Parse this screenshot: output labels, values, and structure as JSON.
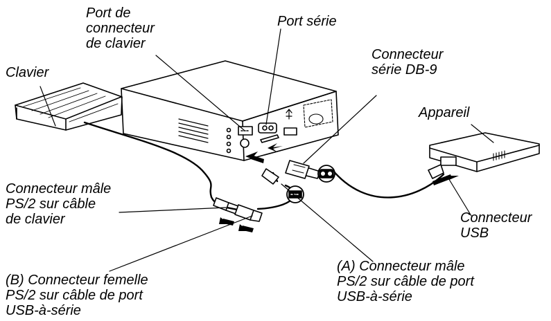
{
  "labels": {
    "keyboard_port": [
      "Port de",
      "connecteur",
      "de clavier"
    ],
    "serial_port": "Port série",
    "db9_connector": [
      "Connecteur",
      "série DB-9"
    ],
    "keyboard": "Clavier",
    "device": "Appareil",
    "ps2_male_keyboard_cable": [
      "Connecteur mâle",
      "PS/2 sur câble",
      "de clavier"
    ],
    "usb_connector": [
      "Connecteur",
      "USB"
    ],
    "ps2_female_adapter": [
      "(B) Connecteur femelle",
      "PS/2 sur câble de port",
      "USB-à-série"
    ],
    "ps2_male_adapter": [
      "(A) Connecteur mâle",
      "PS/2 sur câble de port",
      "USB-à-série"
    ]
  },
  "colors": {
    "ink": "#000000",
    "paper": "#ffffff",
    "shade": "#d9d9d9"
  }
}
